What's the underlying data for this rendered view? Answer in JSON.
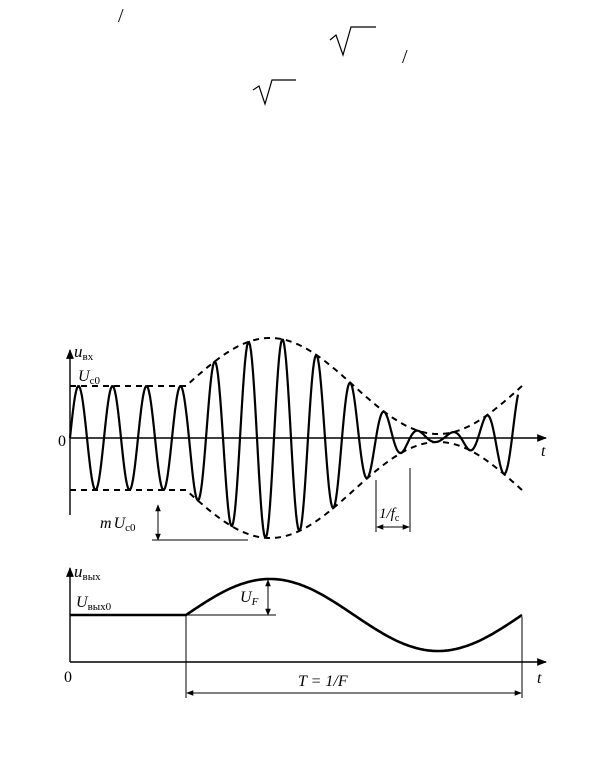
{
  "top_fragments": {
    "slash_1": "/",
    "slash_2": "/"
  },
  "input_plot": {
    "axis_label_main": "u",
    "axis_label_sub": "вх",
    "time_label": "t",
    "origin_label": "0",
    "carrier_amp_main": "U",
    "carrier_amp_sub": "c0",
    "mod_depth_m": "m",
    "mod_depth_U": "U",
    "mod_depth_sub": "c0",
    "period_label": "1/f",
    "period_sub": "c"
  },
  "output_plot": {
    "axis_label_main": "u",
    "axis_label_sub": "вых",
    "time_label": "t",
    "origin_label": "0",
    "level_main": "U",
    "level_sub": "вых0",
    "amp_main": "U",
    "amp_sub": "F",
    "period_label": "T = 1/F"
  }
}
